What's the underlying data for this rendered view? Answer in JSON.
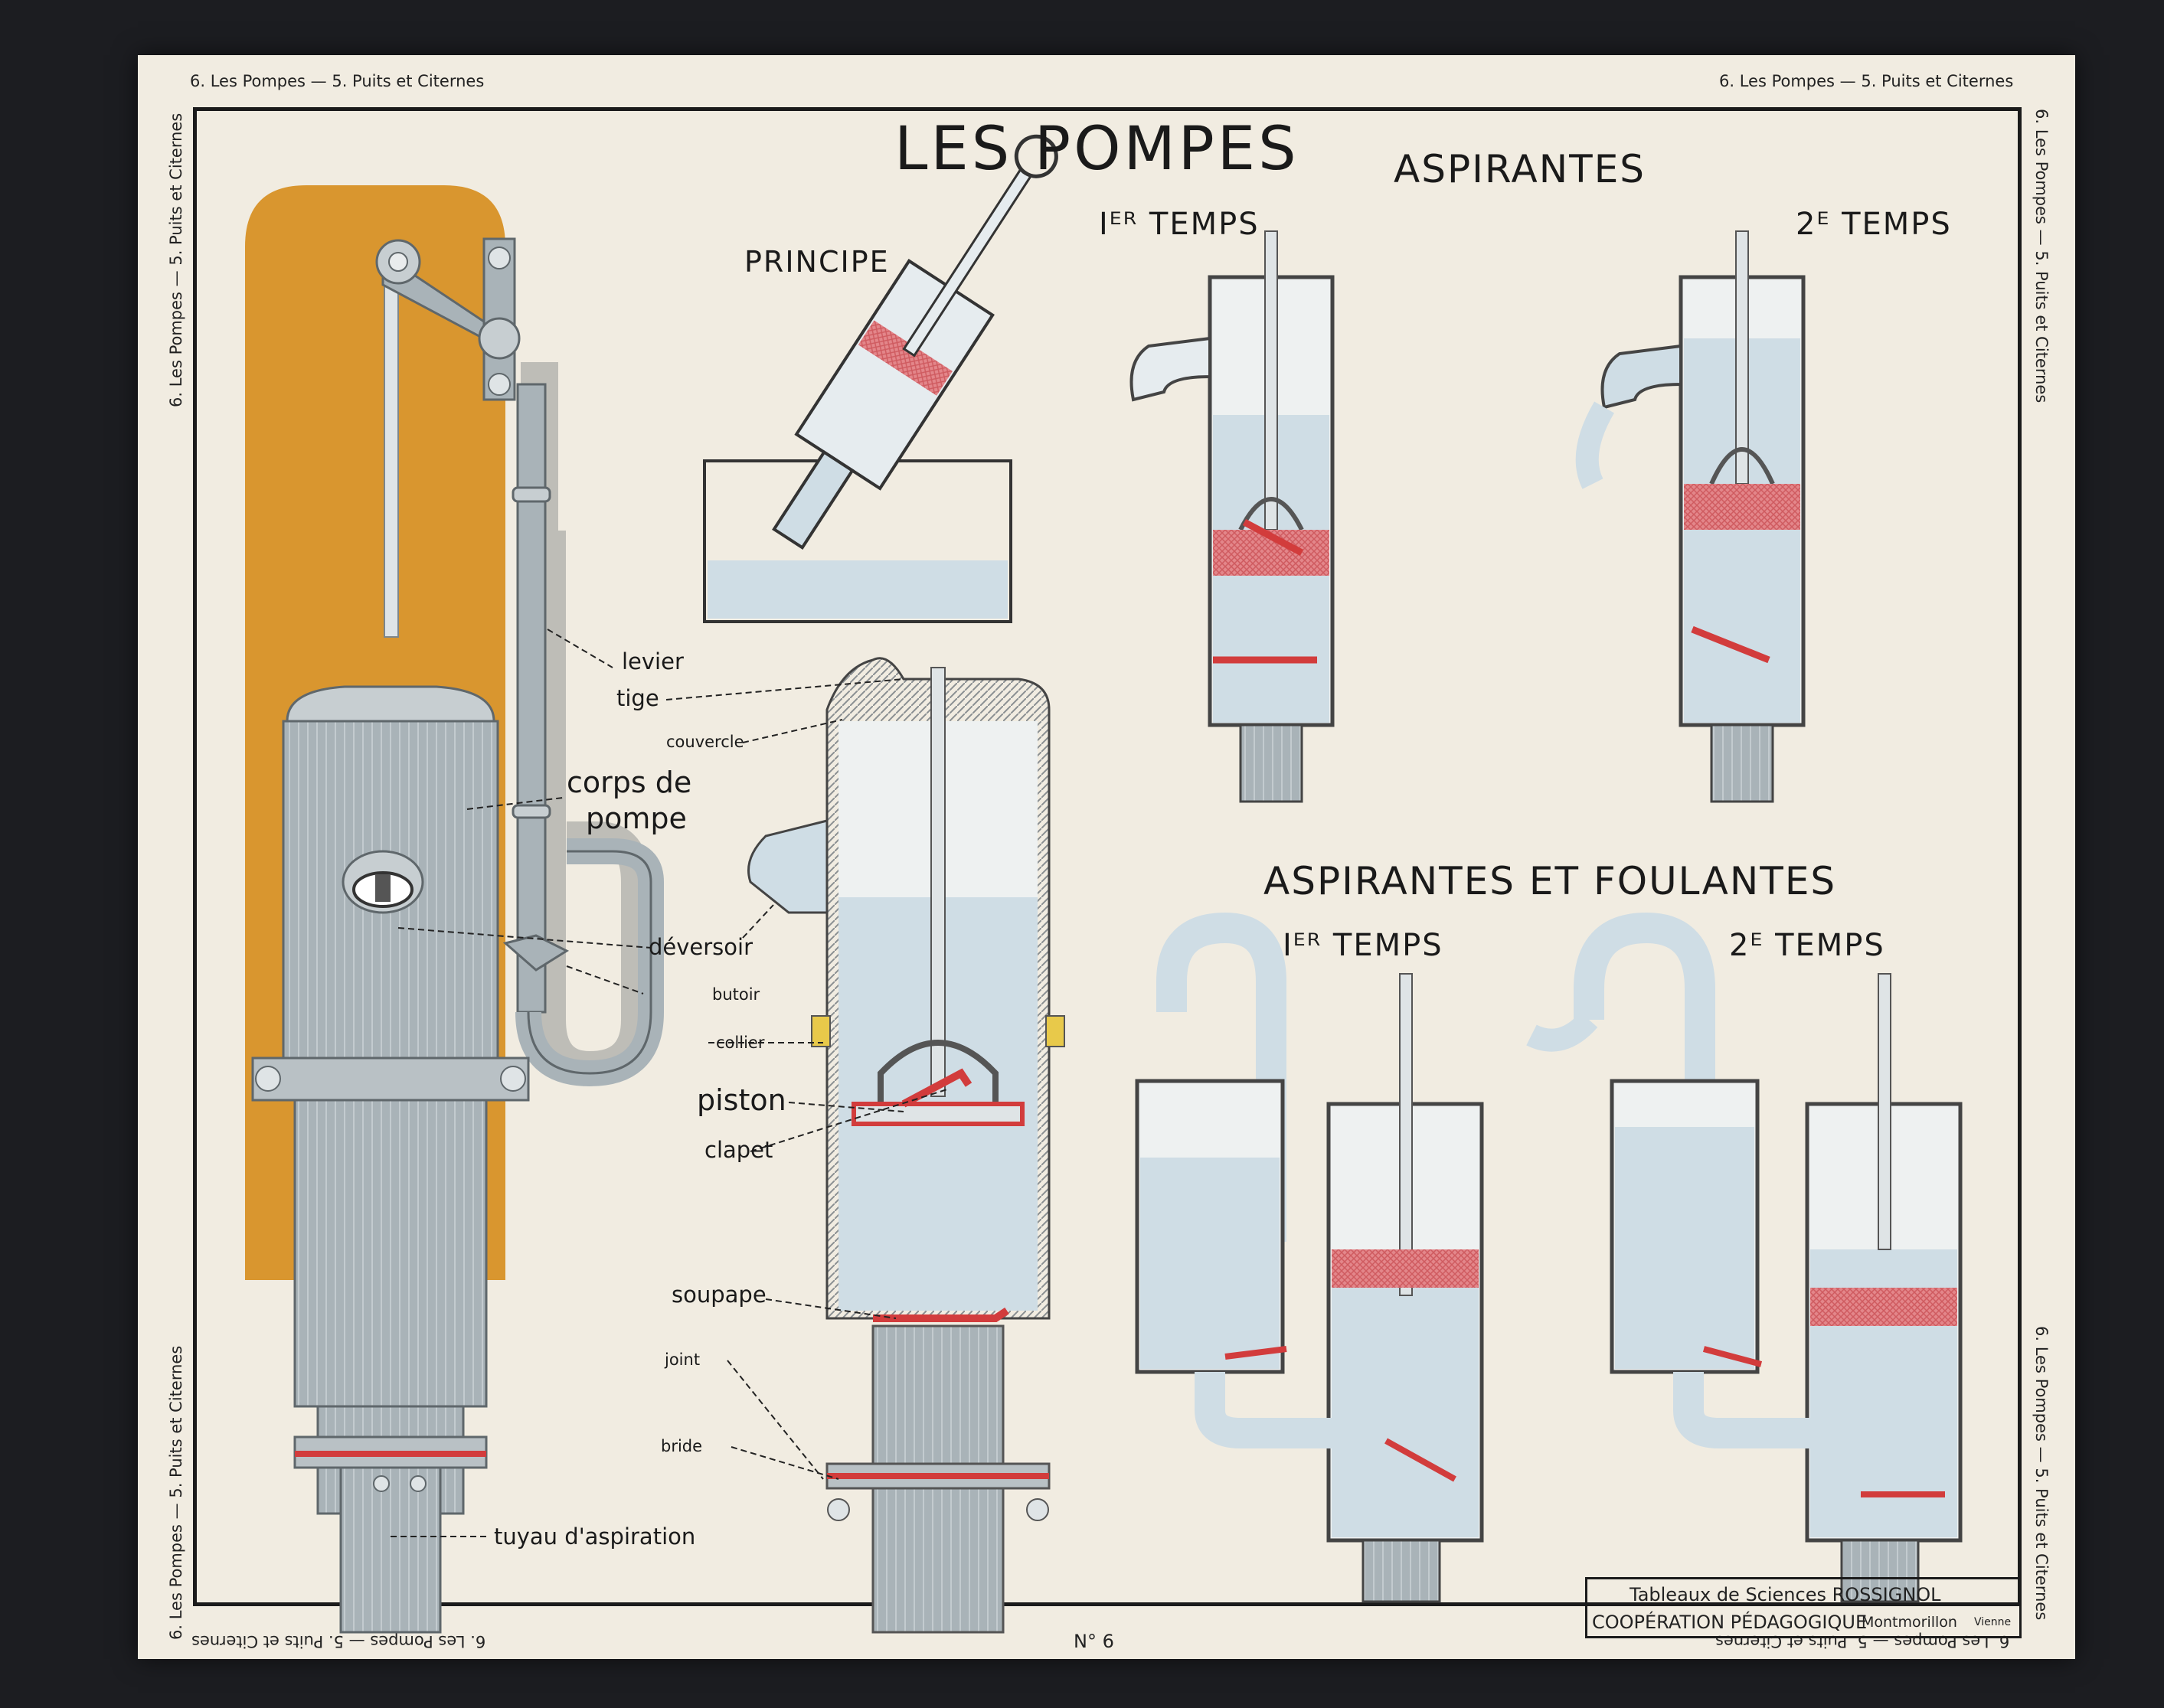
{
  "band": {
    "text": "6. Les Pompes — 5. Puits et Citernes",
    "number": "N° 6"
  },
  "titles": {
    "main": "LES POMPES",
    "aspirantes": "ASPIRANTES",
    "principe": "PRINCIPE",
    "temps1": "Iᴱᴿ TEMPS",
    "temps2": "2ᴱ TEMPS",
    "aspirantes_foulantes": "ASPIRANTES ET FOULANTES"
  },
  "labels": {
    "levier": "levier",
    "tige": "tige",
    "couvercle": "couvercle",
    "corps_de": "corps de",
    "pompe": "pompe",
    "deversoir": "déversoir",
    "butoir": "butoir",
    "collier": "collier",
    "piston": "piston",
    "clapet": "clapet",
    "soupape": "soupape",
    "joint": "joint",
    "bride": "bride",
    "tuyau": "tuyau d'aspiration"
  },
  "imprint": {
    "line1": "Tableaux de Sciences ROSSIGNOL",
    "line2_a": "COOPÉRATION PÉDAGOGIQUE",
    "line2_b": "Montmorillon",
    "line2_c": "Vienne"
  },
  "colors": {
    "paper": "#f1ece1",
    "ochre": "#d9962f",
    "steel": "#a9b3b8",
    "water": "#cfdde5",
    "red": "#d23c3c",
    "leather": "#e3868a"
  }
}
